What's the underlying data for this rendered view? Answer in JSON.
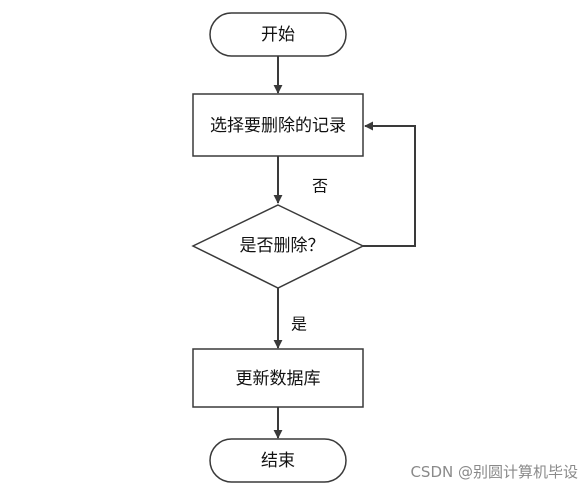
{
  "flowchart": {
    "nodes": {
      "start": {
        "label": "开始",
        "shape": "terminal"
      },
      "select_record": {
        "label": "选择要删除的记录",
        "shape": "process"
      },
      "confirm_delete": {
        "label": "是否删除？",
        "shape": "decision"
      },
      "update_db": {
        "label": "更新数据库",
        "shape": "process"
      },
      "end": {
        "label": "结束",
        "shape": "terminal"
      }
    },
    "edges": [
      {
        "from": "start",
        "to": "select_record",
        "label": ""
      },
      {
        "from": "select_record",
        "to": "confirm_delete",
        "label": ""
      },
      {
        "from": "confirm_delete",
        "to": "select_record",
        "label": "否"
      },
      {
        "from": "confirm_delete",
        "to": "update_db",
        "label": "是"
      },
      {
        "from": "update_db",
        "to": "end",
        "label": ""
      }
    ]
  },
  "watermark": "CSDN @别圆计算机毕设",
  "colors": {
    "stroke": "#3a3a3a",
    "fill": "#ffffff",
    "text": "#111111",
    "watermark": "#8a8a8a"
  }
}
